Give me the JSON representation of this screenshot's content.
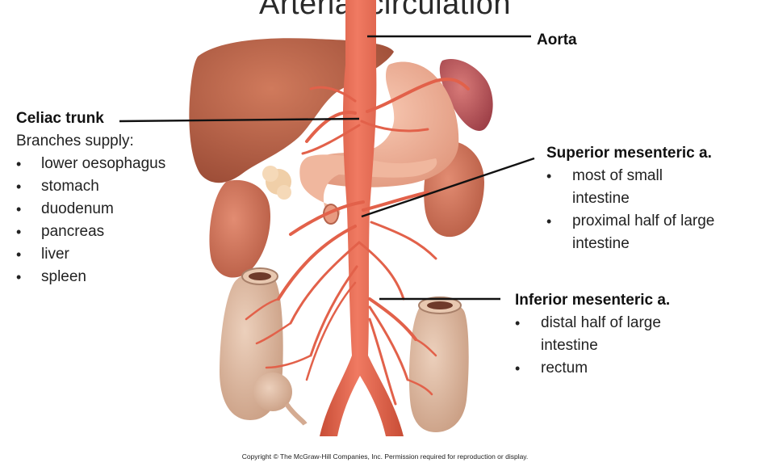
{
  "title": "Arterial circulation",
  "labels": {
    "aorta": "Aorta",
    "celiac": {
      "title": "Celiac trunk",
      "subtitle": "Branches supply:",
      "items": [
        "lower oesophagus",
        "stomach",
        "duodenum",
        "pancreas",
        "liver",
        "spleen"
      ]
    },
    "superior": {
      "title": "Superior mesenteric a.",
      "items": [
        "most of small intestine",
        "proximal half of large intestine"
      ],
      "item_lines": [
        [
          "most of small",
          "intestine"
        ],
        [
          "proximal half of large",
          "intestine"
        ]
      ]
    },
    "inferior": {
      "title": "Inferior mesenteric a.",
      "items": [
        "distal half of large intestine",
        "rectum"
      ],
      "item_lines": [
        [
          "distal half of large",
          "intestine"
        ],
        [
          "rectum"
        ]
      ]
    },
    "bullet": "•"
  },
  "copyright": "Copyright © The McGraw-Hill Companies, Inc. Permission required for reproduction or display.",
  "colors": {
    "artery": "#e2614a",
    "artery_dark": "#b8402e",
    "liver": "#b8654a",
    "organ": "#e8a58c",
    "intestine": "#dcb59b",
    "spleen": "#b5555a"
  }
}
